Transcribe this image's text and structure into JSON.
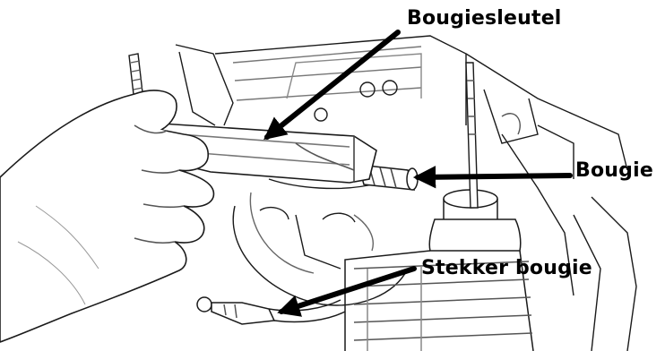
{
  "labels": {
    "bougiesleutel": "Bougiesleutel",
    "bougie": "Bougie",
    "stekker_bougie": "Stekker bougie"
  },
  "colors": {
    "ink": "#000000",
    "sketch_line": "#1a1a1a",
    "sketch_shade": "#9a9a9a",
    "background": "#ffffff"
  },
  "icons": {
    "pointer": "arrow-icon"
  }
}
